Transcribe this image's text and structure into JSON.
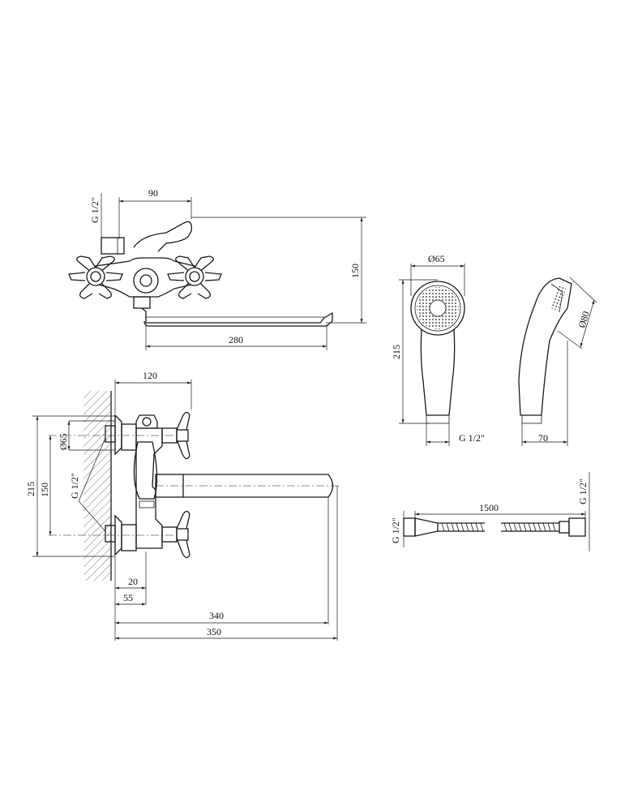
{
  "labels": {
    "top_view_thread": "G 1/2\"",
    "top_view_handle_offset": "90",
    "top_view_height": "150",
    "top_view_spout_length": "280",
    "side_view_depth": "120",
    "side_view_head_dia": "Ø65",
    "side_view_total_height": "215",
    "side_view_spacing": "150",
    "side_view_thread": "G 1/2\"",
    "side_view_min_offset": "20",
    "side_view_wall_offset": "55",
    "side_view_spout_reach": "340",
    "side_view_total_length": "350",
    "shower_head_dia": "Ø65",
    "shower_height": "215",
    "shower_thread": "G 1/2\"",
    "shower_face_dia": "Ø80",
    "shower_depth": "70",
    "hose_length": "1500",
    "hose_thread_left": "G 1/2\"",
    "hose_thread_right": "G 1/2\""
  }
}
